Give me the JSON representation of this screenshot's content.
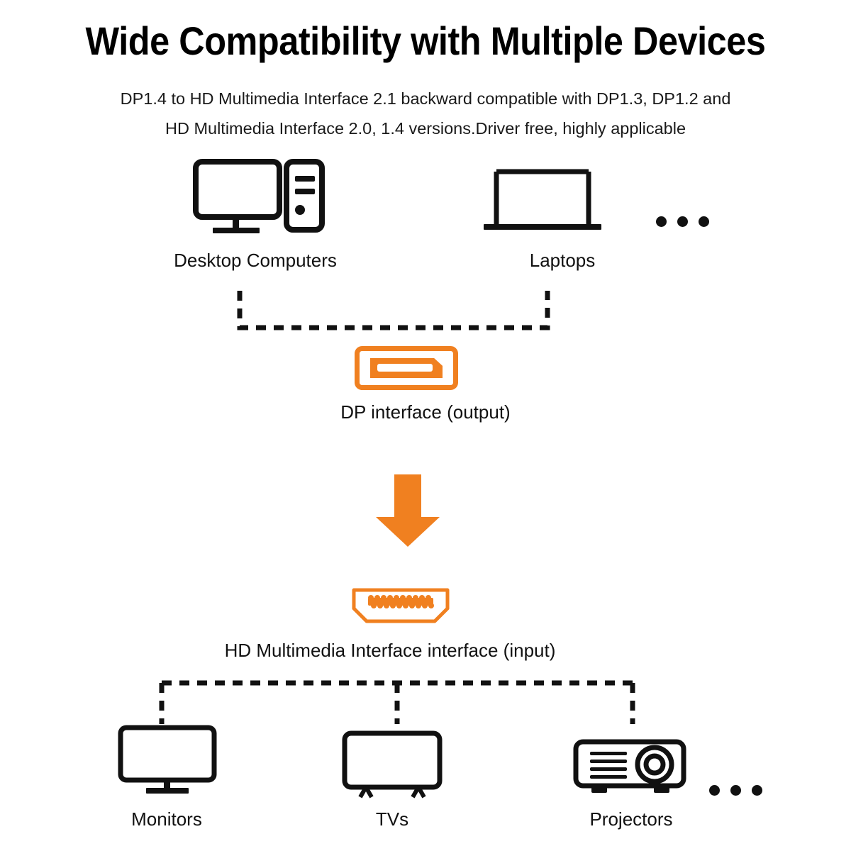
{
  "header": {
    "title": "Wide Compatibility with Multiple Devices",
    "subtitle": "DP1.4 to HD Multimedia Interface 2.1 backward compatible with DP1.3, DP1.2 and HD Multimedia Interface 2.0, 1.4 versions.Driver free, highly applicable"
  },
  "colors": {
    "accent_orange": "#F08020",
    "line_black": "#111111",
    "background": "#FFFFFF"
  },
  "sources": {
    "items": [
      {
        "label": "Desktop Computers",
        "icon": "desktop-computer-icon"
      },
      {
        "label": "Laptops",
        "icon": "laptop-icon"
      }
    ],
    "more_indicator": "ellipsis-dots"
  },
  "output_port": {
    "label": "DP interface (output)",
    "icon": "displayport-connector-icon"
  },
  "flow": {
    "arrow": "down-arrow-icon"
  },
  "input_port": {
    "label": "HD Multimedia Interface interface (input)",
    "icon": "hdmi-connector-icon"
  },
  "destinations": {
    "items": [
      {
        "label": "Monitors",
        "icon": "monitor-icon"
      },
      {
        "label": "TVs",
        "icon": "tv-icon"
      },
      {
        "label": "Projectors",
        "icon": "projector-icon"
      }
    ],
    "more_indicator": "ellipsis-dots"
  }
}
